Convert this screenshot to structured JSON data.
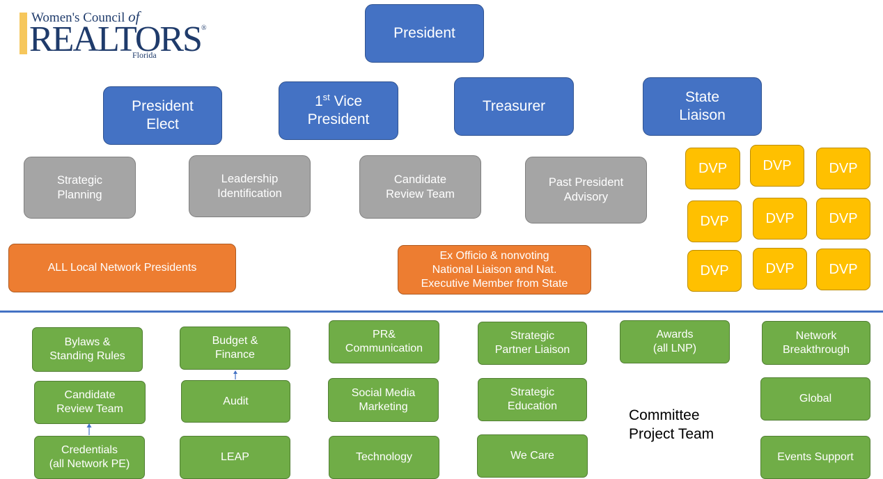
{
  "logo": {
    "line1": "Women's Council",
    "line1_of": "of",
    "line2": "REALTORS",
    "registered": "®",
    "line3": "Florida"
  },
  "officers": {
    "president": "President",
    "president_elect": "President\nElect",
    "first_vp_num": "1",
    "first_vp_sup": "st",
    "first_vp_rest": " Vice",
    "first_vp_line2": "President",
    "treasurer": "Treasurer",
    "state_liaison": "State\nLiaison"
  },
  "advisory": {
    "strategic_planning": "Strategic\nPlanning",
    "leadership_identification": "Leadership\nIdentification",
    "candidate_review_team": "Candidate\nReview Team",
    "past_president_advisory": "Past President\nAdvisory"
  },
  "members": {
    "local_network_presidents": "ALL Local Network Presidents",
    "ex_officio": "Ex Officio & nonvoting\nNational Liaison and Nat.\nExecutive Member from State"
  },
  "dvp_label": "DVP",
  "committees": {
    "bylaws": "Bylaws &\nStanding Rules",
    "candidate_review": "Candidate\nReview Team",
    "credentials": "Credentials\n(all Network PE)",
    "budget": "Budget &\nFinance",
    "audit": "Audit",
    "leap": "LEAP",
    "pr": "PR&\nCommunication",
    "social_media": "Social Media\nMarketing",
    "technology": "Technology",
    "strategic_partner": "Strategic\nPartner Liaison",
    "strategic_education": "Strategic\nEducation",
    "we_care": "We Care",
    "awards": "Awards\n(all LNP)",
    "network_breakthrough": "Network\nBreakthrough",
    "global": "Global",
    "events_support": "Events Support"
  },
  "committee_project_team": "Committee\nProject Team",
  "colors": {
    "officer": "#4472C4",
    "advisory": "#A5A5A5",
    "members": "#ED7D31",
    "dvp": "#FFC000",
    "committee": "#70AD47",
    "divider": "#4472C4"
  }
}
